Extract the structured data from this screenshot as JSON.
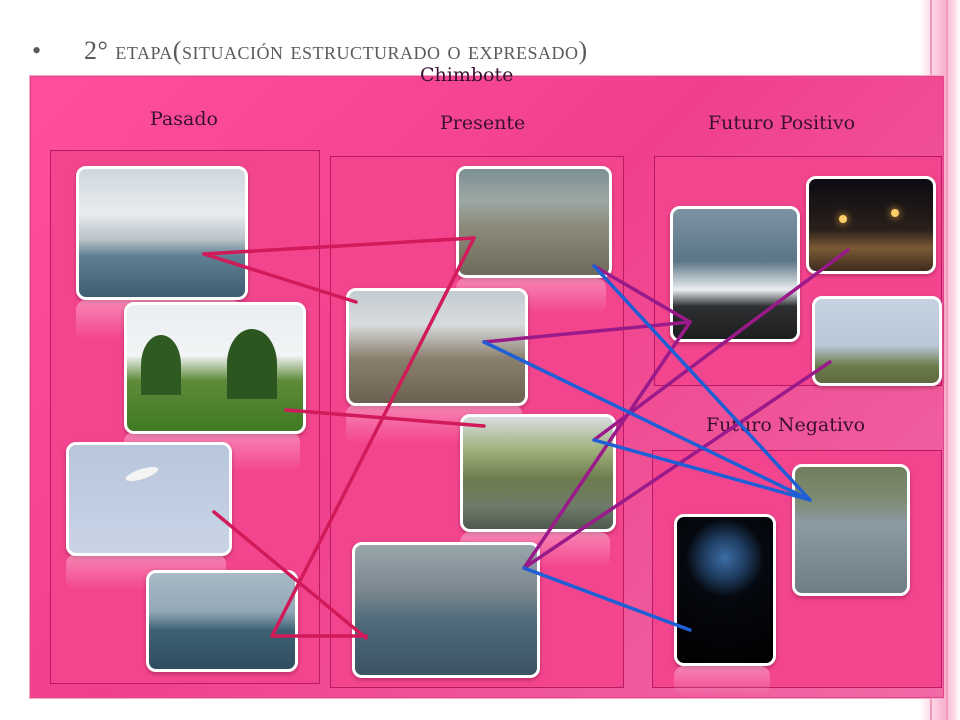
{
  "slide": {
    "bullet": "•",
    "title": "2° etapa(situación estructurado o expresado)",
    "city": "Chimbote"
  },
  "columns": {
    "past": "Pasado",
    "present": "Presente",
    "future_positive": "Futuro Positivo",
    "future_negative": "Futuro Negativo"
  },
  "colors": {
    "panel": "#f0408c",
    "line_red": "#d11a5a",
    "line_purple": "#9a1a8a",
    "line_blue": "#1f5fd6"
  }
}
